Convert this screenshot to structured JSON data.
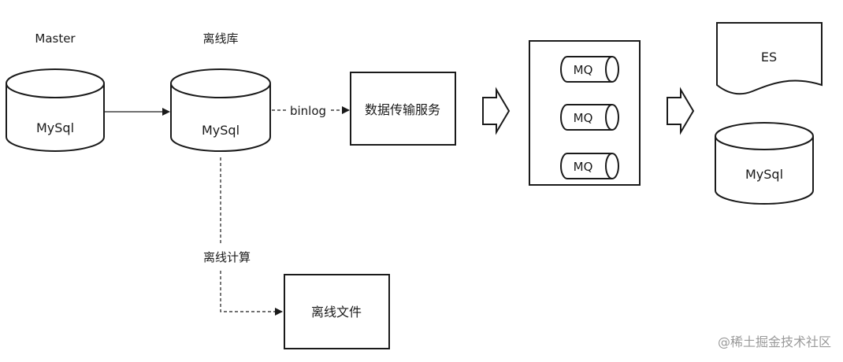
{
  "labels": {
    "master": "Master",
    "offline_db": "离线库",
    "master_db_text": "MySql",
    "offline_db_text": "MySql",
    "binlog": "binlog",
    "transfer_service": "数据传输服务",
    "mq": [
      "MQ",
      "MQ",
      "MQ"
    ],
    "es": "ES",
    "target_db_text": "MySql",
    "offline_compute": "离线计算",
    "offline_file": "离线文件"
  },
  "watermark": "@稀土掘金技术社区"
}
